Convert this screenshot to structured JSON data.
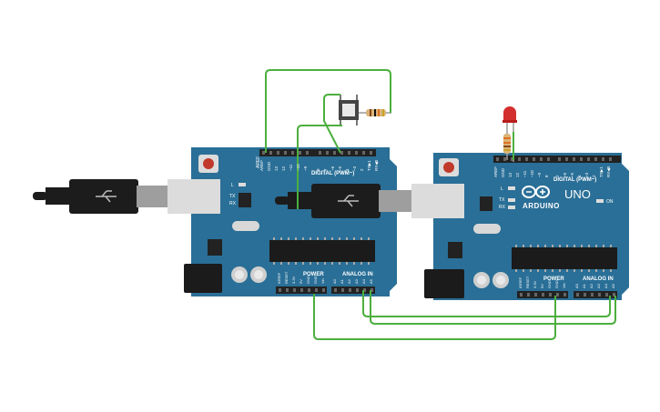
{
  "boards": [
    {
      "digital_label": "DIGITAL (PWM~)",
      "power_label": "POWER",
      "analog_label": "ANALOG IN",
      "pin_labels_top": [
        "AREF",
        "GND",
        "13",
        "12",
        "~11",
        "~10",
        "~9",
        "8",
        "7",
        "~6",
        "~5",
        "4",
        "~3",
        "2",
        "TX▶1",
        "RX◀0"
      ],
      "pin_labels_power": [
        "IOREF",
        "RESET",
        "3.3V",
        "5V",
        "GND",
        "GND",
        "Vin"
      ],
      "pin_labels_analog": [
        "A0",
        "A1",
        "A2",
        "A3",
        "A4",
        "A5"
      ],
      "led_labels": [
        "L",
        "TX",
        "RX"
      ]
    },
    {
      "digital_label": "DIGITAL (PWM~)",
      "power_label": "POWER",
      "analog_label": "ANALOG IN",
      "brand": "ARDUINO",
      "model": "UNO",
      "on_label": "ON",
      "pin_labels_top": [
        "AREF",
        "GND",
        "13",
        "12",
        "~11",
        "~10",
        "~9",
        "8",
        "7",
        "~6",
        "~5",
        "4",
        "~3",
        "2",
        "TX▶1",
        "RX◀0"
      ],
      "pin_labels_power": [
        "IOREF",
        "RESET",
        "3.3V",
        "5V",
        "GND",
        "GND",
        "Vin"
      ],
      "pin_labels_analog": [
        "A0",
        "A1",
        "A2",
        "A3",
        "A4",
        "A5"
      ],
      "led_labels": [
        "L",
        "TX",
        "RX"
      ]
    }
  ],
  "colors": {
    "board": "#2a6f97",
    "board_dark": "#1e5576",
    "wire": "#4caf3e",
    "header": "#222222",
    "usb": "#1c1c1c",
    "led_red": "#d32f2f",
    "button_cap": "#e8e8e8"
  },
  "components": [
    "pushbutton",
    "resistor",
    "led",
    "usb-cable",
    "usb-cable"
  ]
}
